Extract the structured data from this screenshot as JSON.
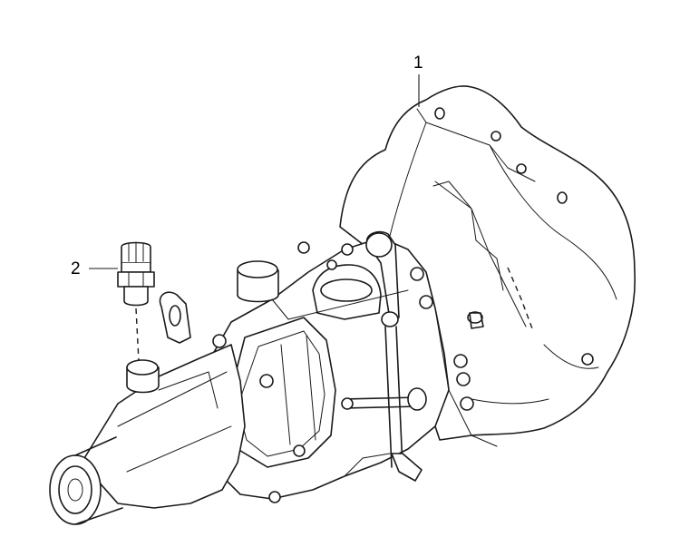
{
  "callouts": [
    {
      "number": "1",
      "part": "transmission-assembly"
    },
    {
      "number": "2",
      "part": "switch-sensor"
    }
  ],
  "colors": {
    "ink": "#1a1a1a",
    "background": "#ffffff"
  }
}
